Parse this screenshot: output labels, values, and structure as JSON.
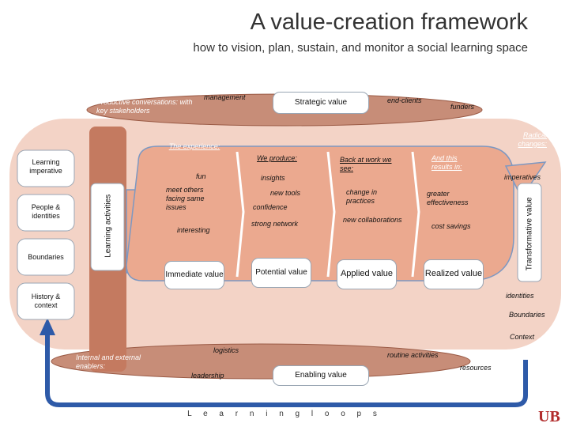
{
  "title": "A value-creation framework",
  "subtitle": "how to vision, plan, sustain, and monitor a social learning space",
  "top": {
    "productive": "Productive conversations: with key stakeholders",
    "management": "management",
    "strategic_value": "Strategic value",
    "end_clients": "end-clients",
    "funders": "funders"
  },
  "left": {
    "learning_imperative": "Learning imperative",
    "people_identities": "People & identities",
    "boundaries": "Boundaries",
    "history_context": "History & context",
    "learning_activities": "Learning activities"
  },
  "right": {
    "radical_changes": "Radical changes:",
    "imperatives": "imperatives",
    "transformative_value": "Transformative value",
    "identities": "identities",
    "boundaries": "Boundaries",
    "context": "Context"
  },
  "columns": {
    "experience": {
      "heading": "The experience:",
      "items": [
        "fun",
        "meet others facing same issues",
        "interesting"
      ],
      "box": "Immediate value"
    },
    "produce": {
      "heading": "We produce:",
      "items": [
        "insights",
        "new tools",
        "confidence",
        "strong network"
      ],
      "box": "Potential value"
    },
    "back": {
      "heading": "Back at work we see:",
      "items": [
        "change in practices",
        "new collaborations"
      ],
      "box": "Applied value"
    },
    "results": {
      "heading": "And this results in:",
      "items": [
        "greater effectiveness",
        "cost savings"
      ],
      "box": "Realized value"
    }
  },
  "bottom": {
    "internal_enablers": "Internal and external enablers:",
    "logistics": "logistics",
    "leadership": "leadership",
    "enabling_value": "Enabling value",
    "routine_activities": "routine activities",
    "resources": "resources"
  },
  "learning_loops": "L e a r n i n g   l o o p s",
  "logo": "UB",
  "colors": {
    "peach": "#f3cfc2",
    "band": "#c4856e",
    "arrow_fill": "#eba98f",
    "loop_blue": "#2e5aa8"
  }
}
